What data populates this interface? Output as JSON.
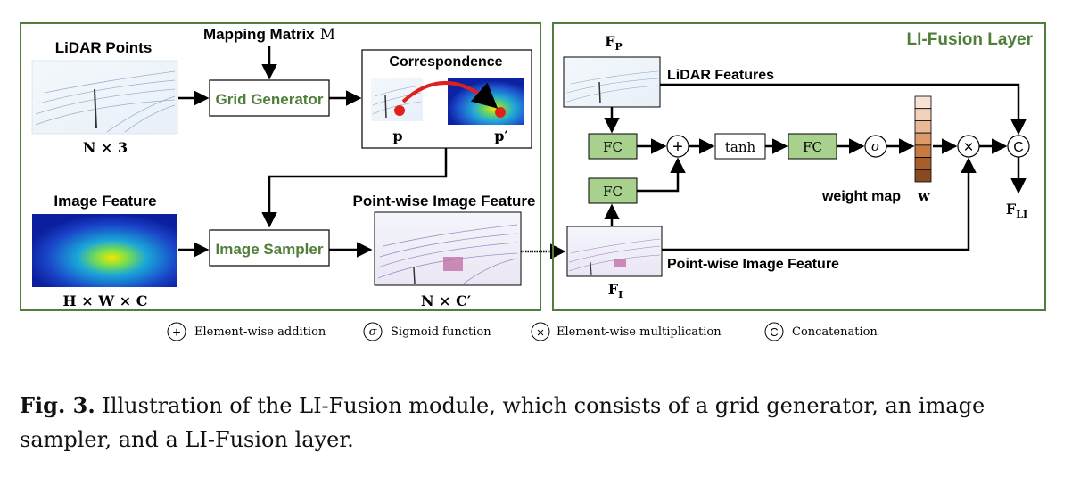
{
  "left_panel": {
    "lidar_points_label": "LiDAR Points",
    "lidar_points_dim": "N × 3",
    "mapping_matrix_label": "Mapping Matrix",
    "mapping_matrix_symbol": "M",
    "grid_generator_label": "Grid Generator",
    "correspondence_label": "Correspondence",
    "point_p": "p",
    "point_p_prime": "p′",
    "image_feature_label": "Image Feature",
    "image_feature_dim": "H × W × C",
    "image_sampler_label": "Image Sampler",
    "pointwise_feature_label": "Point-wise Image Feature",
    "pointwise_feature_dim": "N × C′"
  },
  "right_panel": {
    "title": "LI-Fusion Layer",
    "fp_label": "F",
    "fp_sub": "P",
    "lidar_features_label": "LiDAR Features",
    "fc_label": "FC",
    "tanh_label": "tanh",
    "sigma_symbol": "σ",
    "plus_symbol": "+",
    "times_symbol": "×",
    "concat_symbol": "C",
    "weight_map_label": "weight map",
    "weight_map_symbol": "w",
    "fli_label": "F",
    "fli_sub": "LI",
    "fi_label": "F",
    "fi_sub": "I",
    "pointwise_feature_label": "Point-wise Image Feature"
  },
  "legend": [
    {
      "symbol": "+",
      "label": "Element-wise addition"
    },
    {
      "symbol": "σ",
      "label": "Sigmoid function"
    },
    {
      "symbol": "×",
      "label": "Element-wise multiplication"
    },
    {
      "symbol": "C",
      "label": "Concatenation"
    }
  ],
  "caption": {
    "prefix": "Fig. 3.",
    "text": "Illustration of the LI-Fusion module, which consists of a grid generator, an image sampler, and a LI-Fusion layer."
  },
  "colors": {
    "panel_border": "#4f7f3a",
    "green_text": "#4f7f3a",
    "fc_fill": "#a9d18e",
    "weight_map_colors": [
      "#f6e3d6",
      "#f2d2bd",
      "#eab896",
      "#dd9a6b",
      "#c87a43",
      "#a85e2a",
      "#8a4a1f"
    ]
  }
}
